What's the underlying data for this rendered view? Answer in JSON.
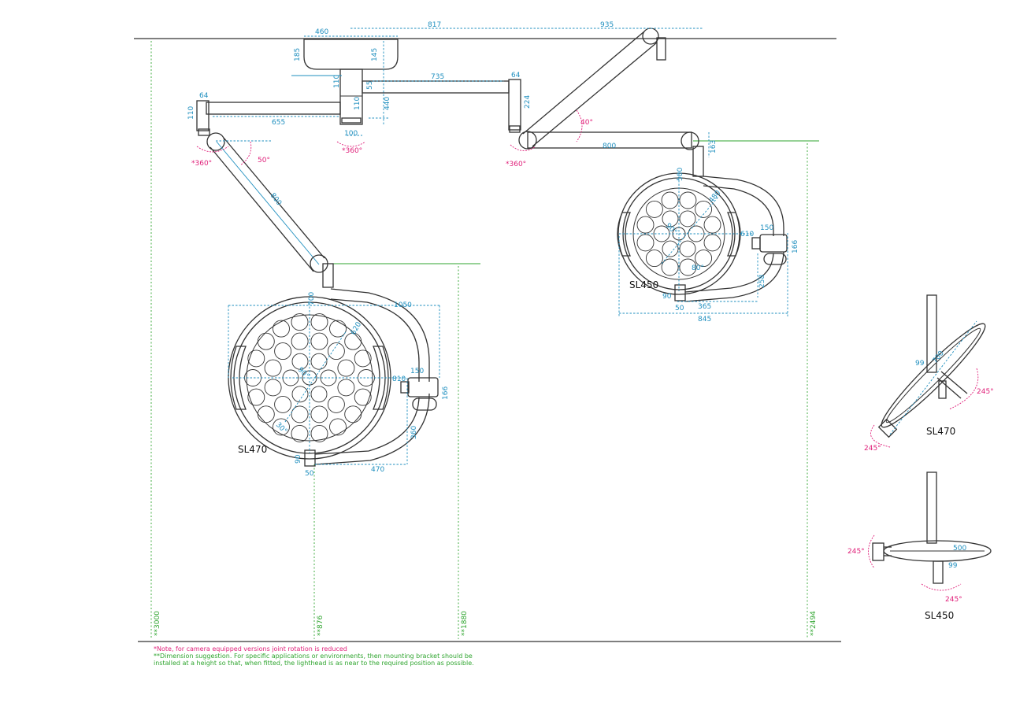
{
  "models": {
    "large": "SL470",
    "small": "SL450",
    "side_large": "SL470",
    "side_small": "SL450"
  },
  "dims": {
    "top_460": "460",
    "top_817": "817",
    "top_935": "935",
    "top_185": "185",
    "top_145": "145",
    "top_110a": "110",
    "top_55": "55",
    "top_110b": "110",
    "top_440": "440",
    "top_100": "100",
    "arm_735": "735",
    "arm_64_right": "64",
    "arm_224": "224",
    "arm_64_left": "64",
    "arm_110_left": "110",
    "arm_655": "655",
    "arm_800_left": "800",
    "arm_800_right": "800",
    "arm_163": "163",
    "sl470_700": "700",
    "sl470_1050": "1050",
    "sl470_620": "620",
    "sl470_810": "810",
    "sl470_150": "150",
    "sl470_166": "166",
    "sl470_360": "360",
    "sl470_470": "470",
    "sl470_90": "90",
    "sl470_50": "50",
    "sl470_90deg": "90°",
    "sl470_30": "30°",
    "sl450_500": "500",
    "sl450_480": "480",
    "sl450_610": "610",
    "sl450_150": "150",
    "sl450_166": "166",
    "sl450_258": "258",
    "sl450_365": "365",
    "sl450_845": "845",
    "sl450_90": "90",
    "sl450_50": "50",
    "sl450_90deg": "90°",
    "sl450_80": "80°",
    "side_99a": "99",
    "side_700": "700",
    "side_500": "500",
    "side_99b": "99"
  },
  "angles": {
    "rot_left_arm": "*360°",
    "rot_center": "*360°",
    "rot_right_arm": "*360°",
    "tilt_left": "50°",
    "tilt_right": "40°",
    "side470_a": "245°",
    "side470_b": "245°",
    "side450_a": "245°",
    "side450_b": "245°"
  },
  "heights": {
    "h3000": "**3000",
    "h876": "**876",
    "h1880": "**1880",
    "h2494": "**2494"
  },
  "notes": {
    "note1": "*Note, for camera equipped versions joint rotation is reduced",
    "note2": "**Dimension suggestion. For specific applications or environments, then mounting bracket should be",
    "note3": "installed at a height so that, when fitted, the lighthead is as near to the required position as possible."
  },
  "colors": {
    "dimension": "#1f8fbf",
    "angle": "#e0207a",
    "height": "#2fa52f",
    "outline": "#333333"
  }
}
